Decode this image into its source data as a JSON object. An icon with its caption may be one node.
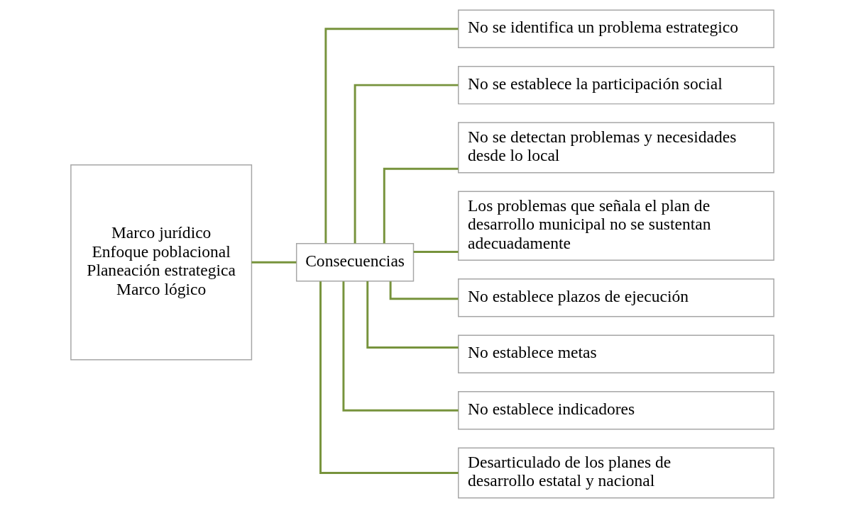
{
  "diagram": {
    "nodes": [
      {
        "text": [
          "Marco jurídico",
          "Enfoque poblacional",
          "Planeación estrategica",
          "Marco lógico"
        ]
      },
      {
        "text": [
          "Consecuencias"
        ]
      },
      {
        "text": [
          "No se identifica un problema estrategico"
        ]
      },
      {
        "text": [
          "No se establece la participación social"
        ]
      },
      {
        "text": [
          "No se detectan problemas y necesidades desde lo local"
        ]
      },
      {
        "text": [
          "Los problemas que señala el plan de desarrollo municipal no se sustentan adecuadamente"
        ]
      },
      {
        "text": [
          "No establece plazos de ejecución"
        ]
      },
      {
        "text": [
          "No establece metas"
        ]
      },
      {
        "text": [
          "No establece indicadores"
        ]
      },
      {
        "text": [
          "Desarticulado de los planes de desarrollo estatal y nacional"
        ]
      }
    ],
    "edges": [
      {
        "from": 0,
        "to": 1,
        "arrow": "none"
      },
      {
        "from": 1,
        "to": 2,
        "arrow": "none"
      },
      {
        "from": 1,
        "to": 3,
        "arrow": "none"
      },
      {
        "from": 1,
        "to": 4,
        "arrow": "none"
      },
      {
        "from": 1,
        "to": 5,
        "arrow": "none"
      },
      {
        "from": 1,
        "to": 6,
        "arrow": "none"
      },
      {
        "from": 1,
        "to": 7,
        "arrow": "none"
      },
      {
        "from": 1,
        "to": 8,
        "arrow": "none"
      },
      {
        "from": 1,
        "to": 9,
        "arrow": "none"
      }
    ]
  }
}
